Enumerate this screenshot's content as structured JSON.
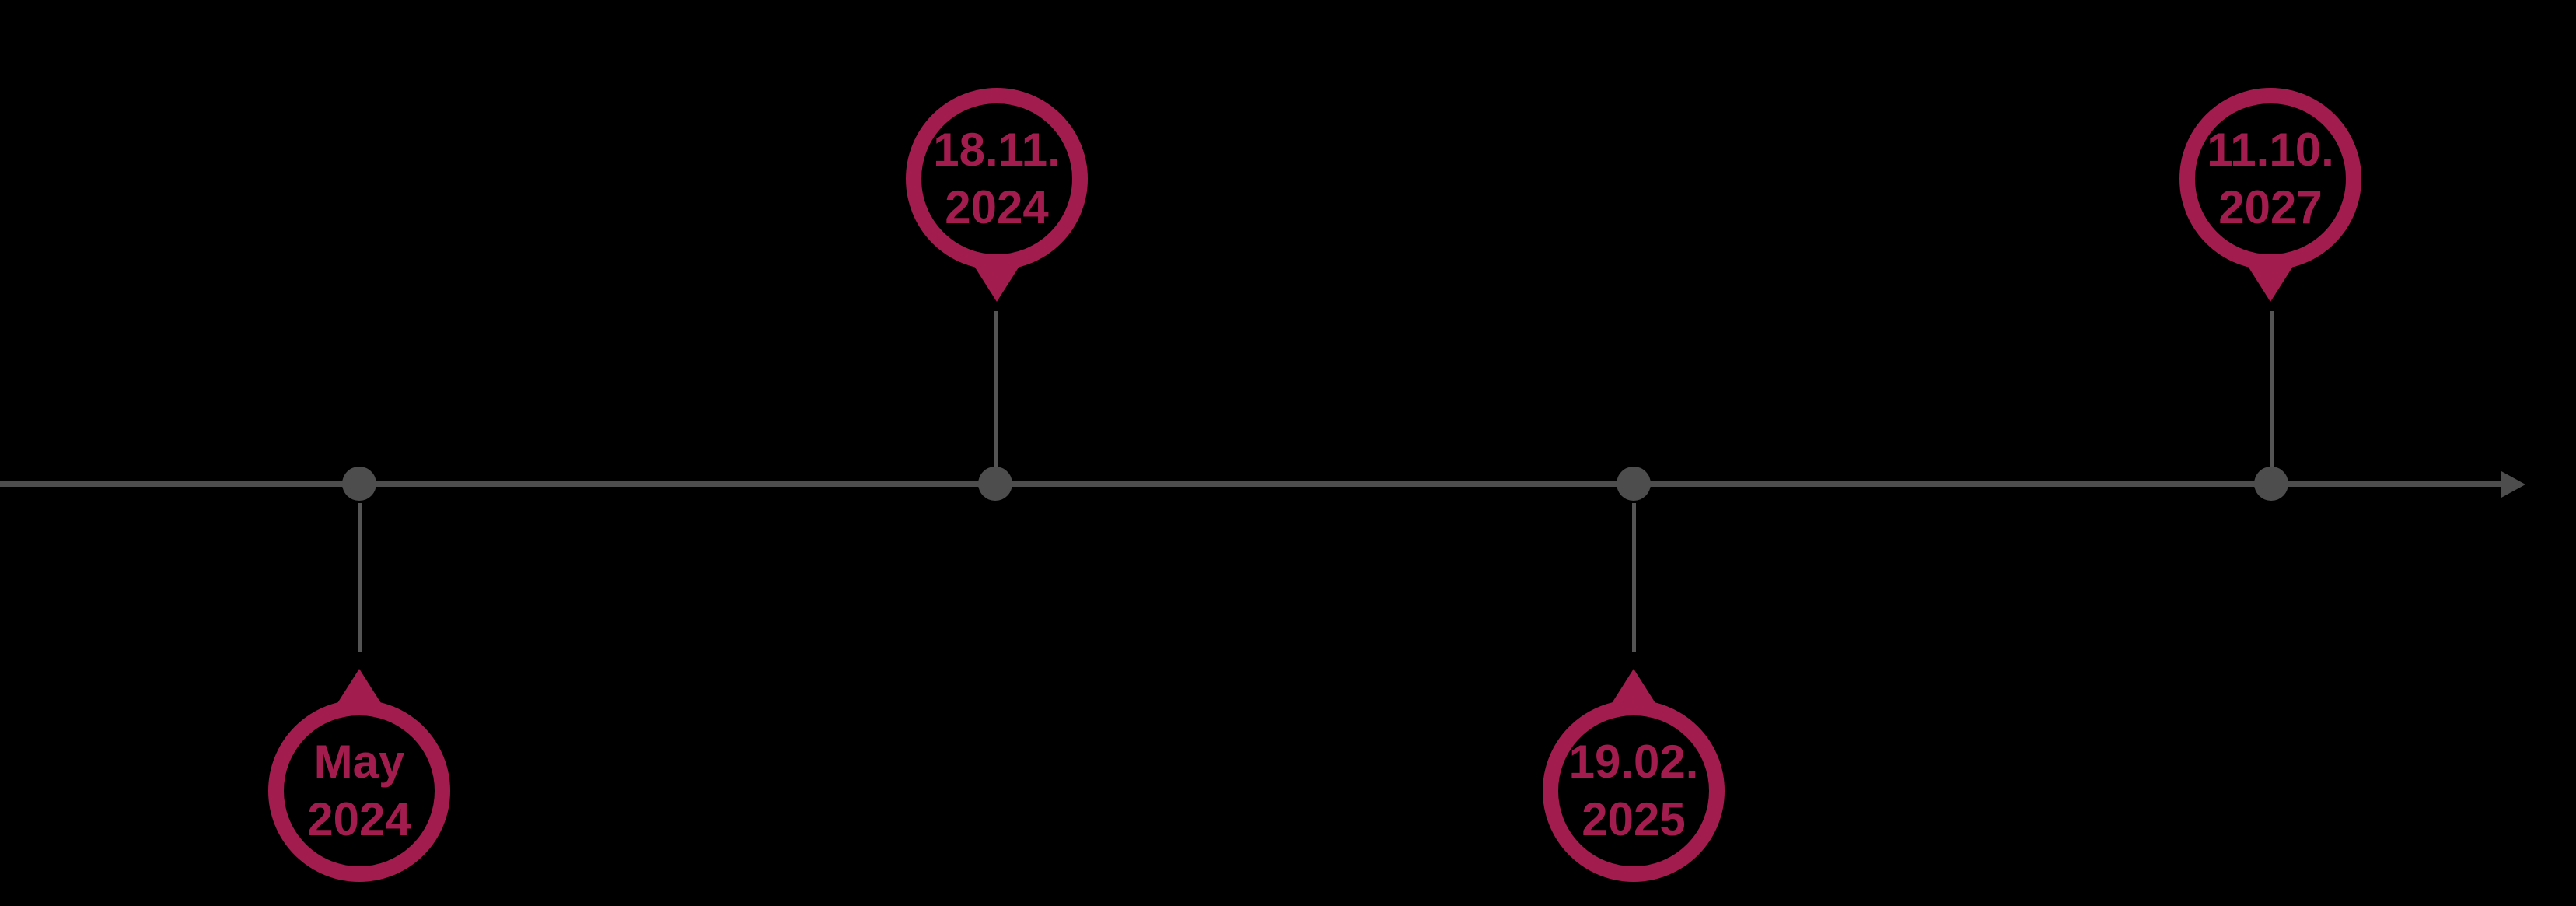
{
  "canvas": {
    "background": "#000000"
  },
  "timeline": {
    "type": "horizontal-arrow-timeline",
    "axis_color": "#4D4D4D",
    "connector_color": "#545454",
    "accent_color": "#A31C4E",
    "events": [
      {
        "date_line1": "May",
        "date_line2": "2024",
        "position": "below"
      },
      {
        "date_line1": "18.11.",
        "date_line2": "2024",
        "position": "above"
      },
      {
        "date_line1": "19.02.",
        "date_line2": "2025",
        "position": "below"
      },
      {
        "date_line1": "11.10.",
        "date_line2": "2027",
        "position": "above"
      }
    ]
  }
}
